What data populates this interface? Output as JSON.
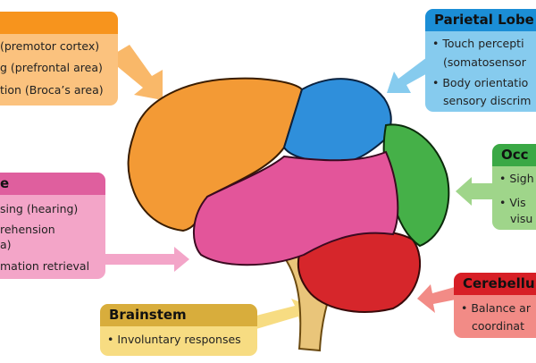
{
  "colors": {
    "frontal": "#f7941d",
    "frontal_body": "#fbc27e",
    "temporal": "#df5f9e",
    "temporal_body": "#f3a5c8",
    "parietal": "#1b8ed6",
    "parietal_body": "#86cbee",
    "occipital": "#3aa845",
    "occipital_body": "#9fd58a",
    "cerebellum": "#d71f26",
    "cerebellum_body": "#f28b86",
    "brainstem": "#d8ad3c",
    "brainstem_body": "#f7dc82"
  },
  "frontal": {
    "title": "",
    "lines": [
      "(premotor cortex)",
      "g (prefrontal area)",
      "tion (Broca’s area)"
    ]
  },
  "temporal": {
    "title": "e",
    "lines": [
      "sing (hearing)",
      "rehension",
      "a)",
      "mation retrieval"
    ]
  },
  "parietal": {
    "title": "Parietal Lobe",
    "lines": [
      "• Touch percepti",
      "(somatosensor",
      "• Body orientatio",
      "sensory discrim"
    ]
  },
  "occipital": {
    "title": "Occ",
    "lines": [
      "• Sigh",
      "• Vis",
      "visu"
    ]
  },
  "cerebellum": {
    "title": "Cerebellu",
    "lines": [
      "• Balance ar",
      "coordinat"
    ]
  },
  "brainstem": {
    "title": "Brainstem",
    "lines": [
      "• Involuntary responses"
    ]
  }
}
